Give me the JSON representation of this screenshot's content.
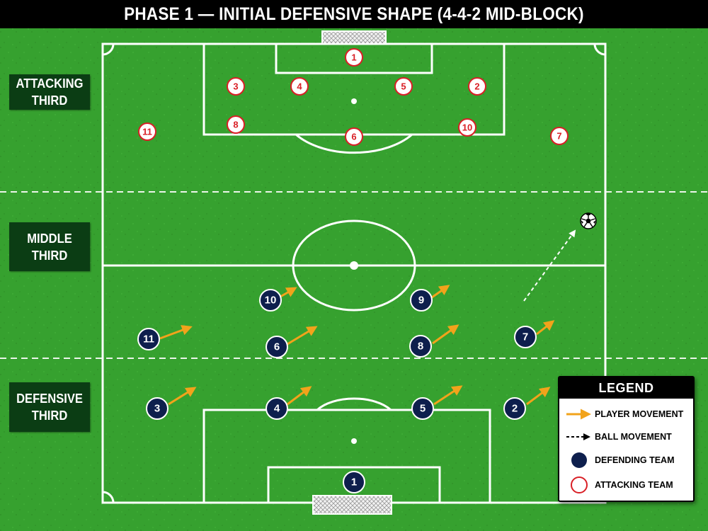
{
  "title": "PHASE 1 — INITIAL DEFENSIVE SHAPE (4-4-2 MID-BLOCK)",
  "zones": [
    {
      "id": "attacking",
      "line1": "ATTACKING",
      "line2": "THIRD"
    },
    {
      "id": "middle",
      "line1": "MIDDLE",
      "line2": "THIRD"
    },
    {
      "id": "defensive",
      "line1": "DEFENSIVE",
      "line2": "THIRD"
    }
  ],
  "attacking_players": [
    "1",
    "3",
    "4",
    "5",
    "2",
    "8",
    "6",
    "10",
    "11",
    "7"
  ],
  "defending_players": [
    "10",
    "9",
    "11",
    "6",
    "8",
    "7",
    "3",
    "4",
    "5",
    "2",
    "1"
  ],
  "legend": {
    "title": "LEGEND",
    "player_movement": "PLAYER MOVEMENT",
    "ball_movement": "BALL MOVEMENT",
    "defending_team": "DEFENDING TEAM",
    "attacking_team": "ATTACKING TEAM"
  },
  "colors": {
    "pitch_light": "#3aa532",
    "pitch_dark": "#2f8f29",
    "defending": "#0e1f4d",
    "attacking": "#d91f26",
    "arrow": "#f2a31b",
    "zone_bg": "#0b3d14"
  },
  "icons": {
    "ball": "soccer-ball-icon",
    "goal": "goal-net-icon"
  }
}
